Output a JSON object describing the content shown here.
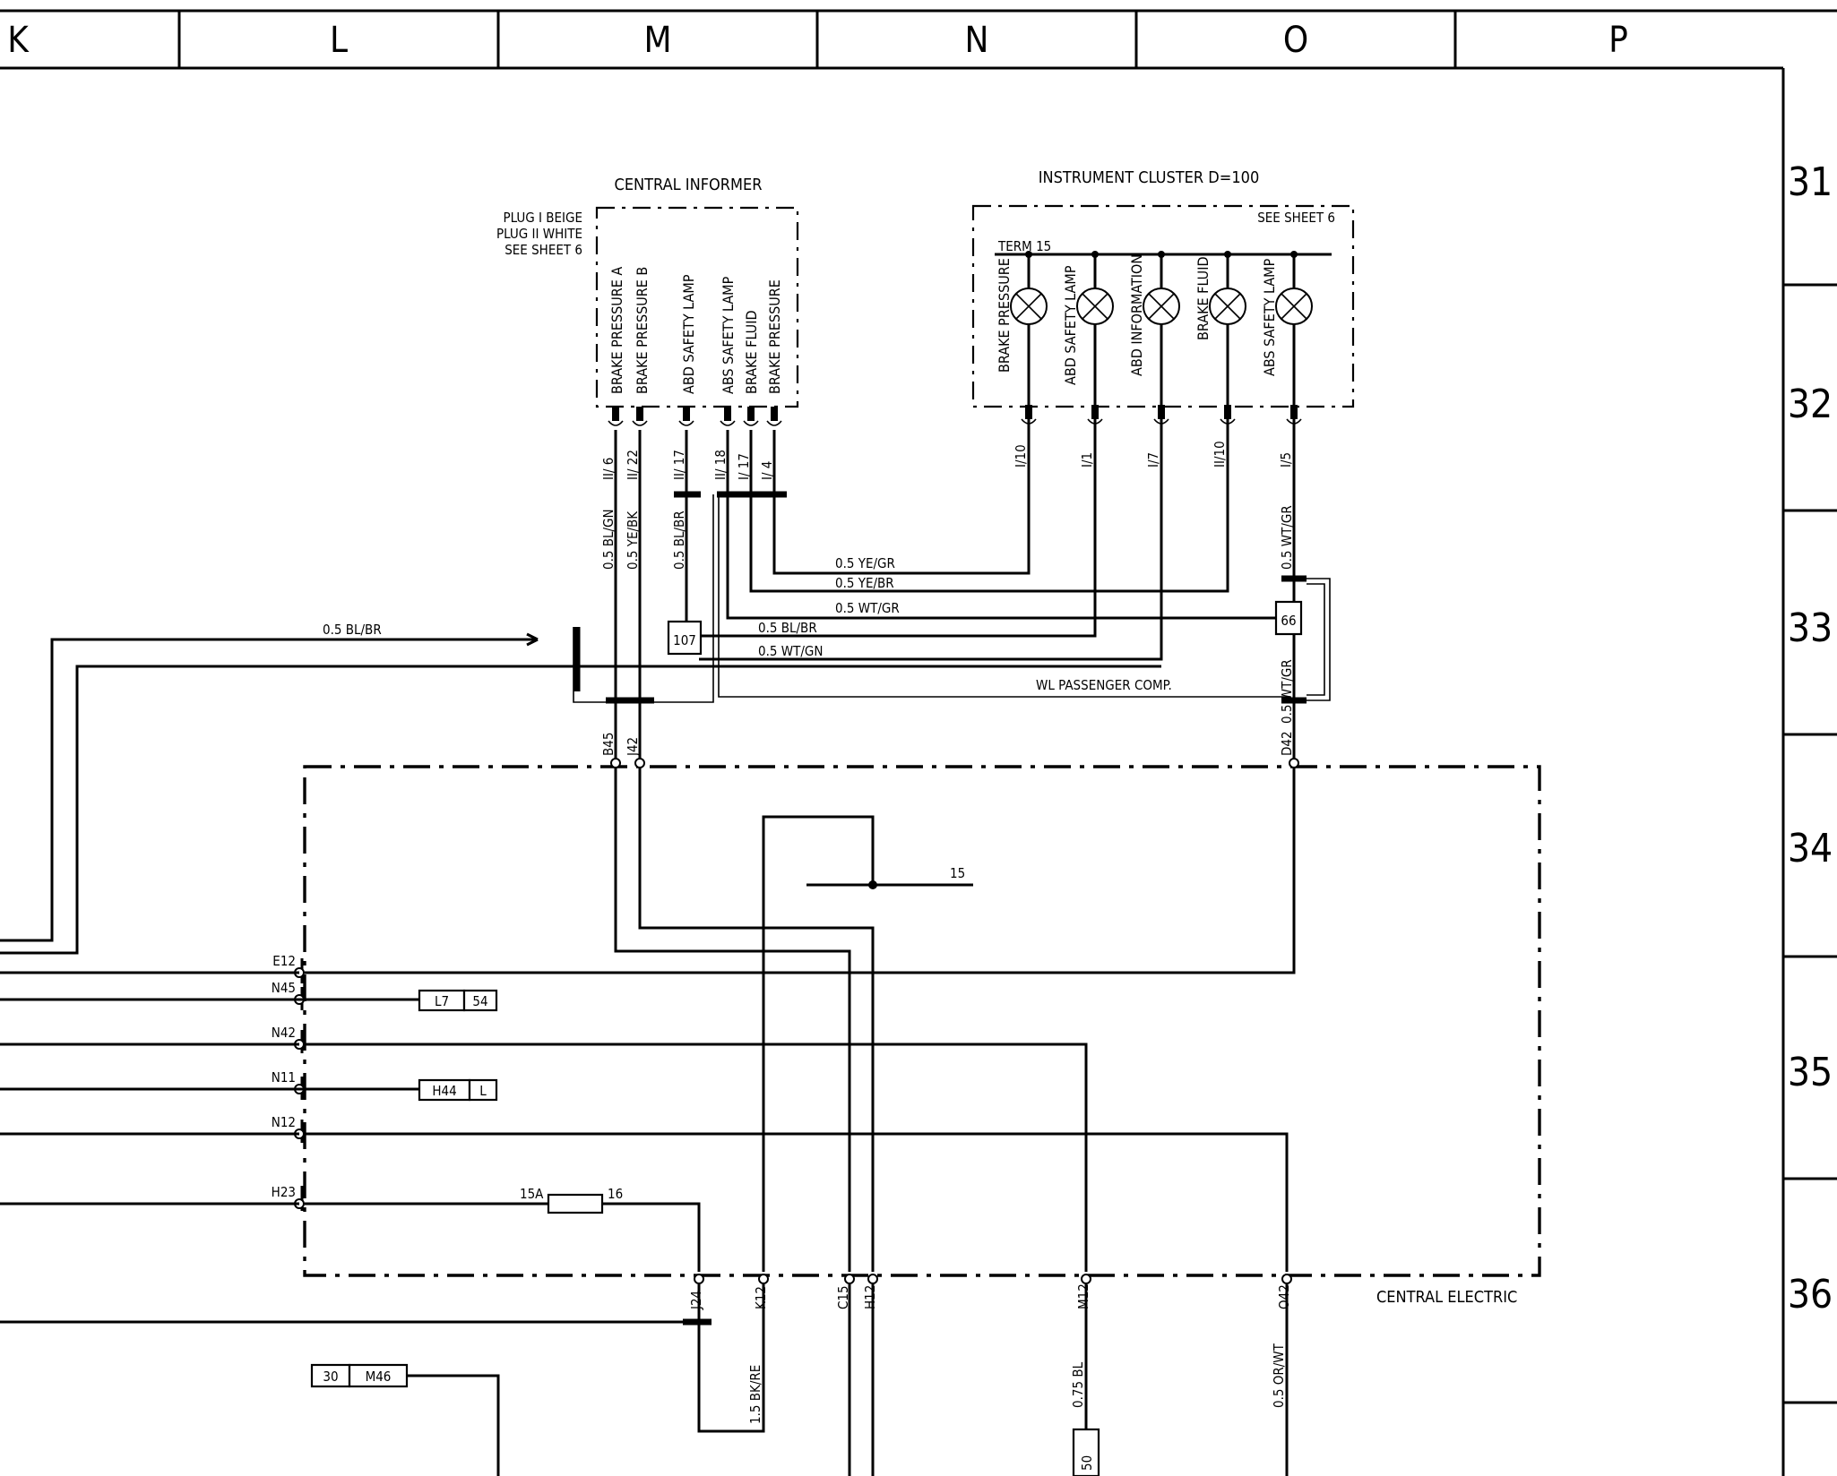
{
  "grid_columns": [
    "K",
    "L",
    "M",
    "N",
    "O",
    "P"
  ],
  "grid_rows": [
    "31",
    "32",
    "33",
    "34",
    "35",
    "36"
  ],
  "central_informer": {
    "title": "CENTRAL INFORMER",
    "plug_notes": [
      "PLUG I BEIGE",
      "PLUG II WHITE",
      "SEE SHEET 6"
    ],
    "outputs": [
      "BRAKE PRESSURE A",
      "BRAKE PRESSURE B",
      "ABD SAFETY LAMP",
      "ABS SAFETY LAMP",
      "BRAKE FLUID",
      "BRAKE PRESSURE"
    ],
    "pins": [
      "II/ 6",
      "II/ 22",
      "II/ 17",
      "II/ 18",
      "I/ 17",
      "I/ 4"
    ]
  },
  "instrument_cluster": {
    "title": "INSTRUMENT CLUSTER D=100",
    "see_sheet": "SEE SHEET 6",
    "term": "TERM 15",
    "lamps": [
      "BRAKE PRESSURE",
      "ABD SAFETY LAMP",
      "ABD INFORMATION",
      "BRAKE FLUID",
      "ABS SAFETY LAMP"
    ],
    "pins": [
      "I/10",
      "I/1",
      "I/7",
      "II/10",
      "I/5"
    ]
  },
  "wire_labels": {
    "informer_left": [
      "0.5 BL/GN",
      "0.5 YE/BK",
      "0.5 BL/BR"
    ],
    "horizontal": [
      "0.5 YE/GR",
      "0.5 YE/BR",
      "0.5 WT/GR",
      "0.5 BL/BR",
      "0.5 WT/GN"
    ],
    "left_feed": "0.5 BL/BR",
    "cluster_wire": "0.5 WT/GR",
    "lower_cluster_wire": "0.5 WT/GR",
    "passenger": "WL PASSENGER COMP."
  },
  "connectors": {
    "c107": "107",
    "c66": "66"
  },
  "central_electric": {
    "title": "CENTRAL ELECTRIC",
    "top_pins": [
      "B45",
      "J42",
      "D42"
    ],
    "left_pins": [
      "E12",
      "N45",
      "N42",
      "N11",
      "N12",
      "H23"
    ],
    "bottom_pins": [
      "J24",
      "K12",
      "C15",
      "H12",
      "M12",
      "O42"
    ],
    "term_label": "15",
    "fuse": {
      "rating": "15A",
      "number": "16"
    }
  },
  "refs": {
    "ref1": [
      "L7",
      "54"
    ],
    "ref2": [
      "H44",
      "L"
    ],
    "ref3": [
      "30",
      "M46"
    ],
    "ref4": "50"
  },
  "bottom_wires": [
    "1.5 BK/RE",
    "0.75 BL",
    "0.5 OR/WT"
  ]
}
